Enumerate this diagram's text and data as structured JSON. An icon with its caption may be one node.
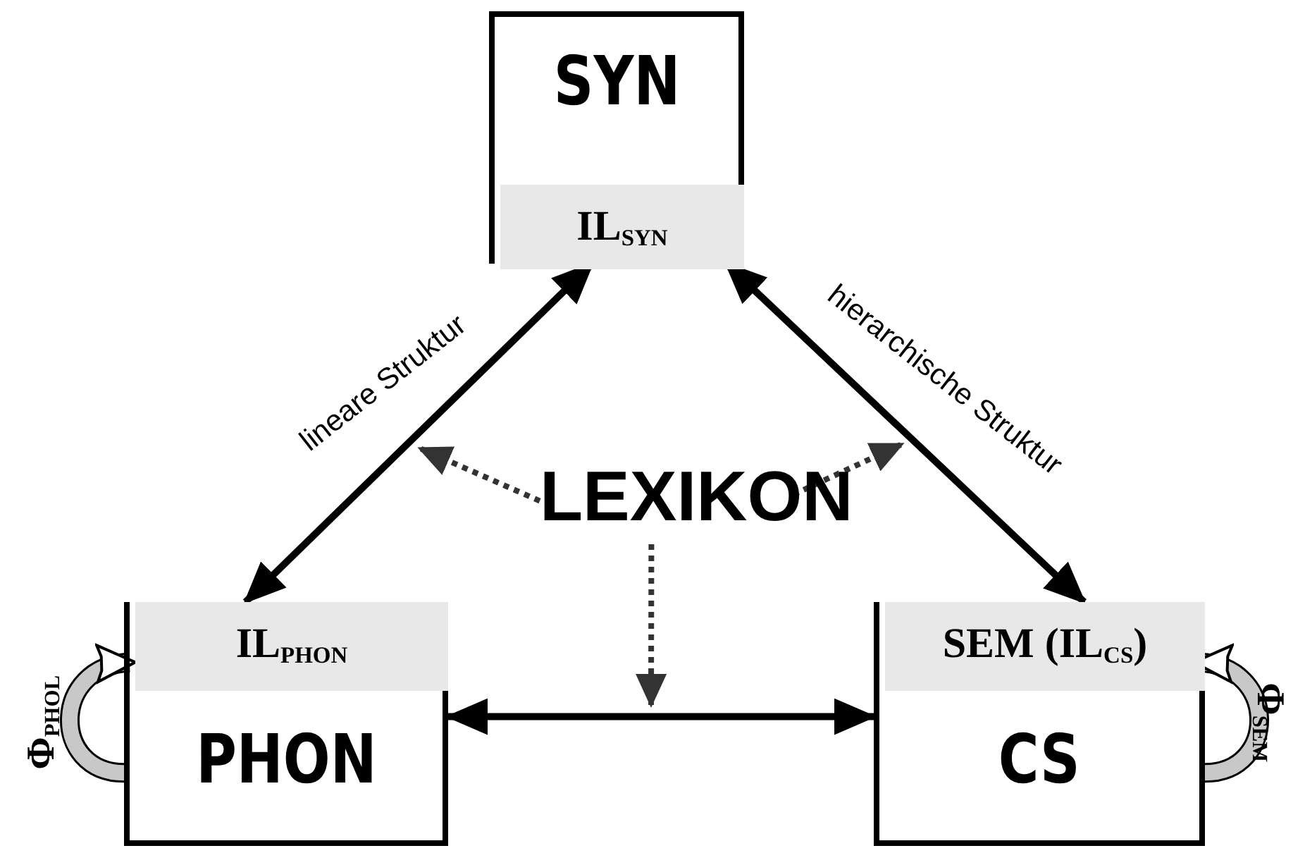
{
  "diagram": {
    "nodes": [
      {
        "text": [
          "SYN"
        ]
      },
      {
        "text": [
          "IL$_{SYN}$"
        ],
        "in": 0
      },
      {
        "text": [
          "PHON"
        ]
      },
      {
        "text": [
          "IL$_{PHON}$"
        ],
        "in": 2
      },
      {
        "text": [
          "CS"
        ]
      },
      {
        "text": [
          "SEM (IL$_{CS}$)"
        ],
        "in": 4
      },
      {
        "text": [
          "LEXIKON"
        ]
      }
    ],
    "edges": [
      {
        "from": 1,
        "to": 3,
        "arrow": "both",
        "label": "lineare Struktur"
      },
      {
        "from": 1,
        "to": 5,
        "arrow": "both",
        "label": "hierarchische Struktur"
      },
      {
        "from": 2,
        "to": 4,
        "arrow": "both"
      },
      {
        "from": 6,
        "to": null,
        "arrow": "to",
        "style": "dashed",
        "color": "#333333"
      },
      {
        "from": 6,
        "to": null,
        "arrow": "to",
        "style": "dashed",
        "color": "#333333"
      },
      {
        "from": 6,
        "to": null,
        "arrow": "to",
        "style": "dashed",
        "color": "#333333"
      },
      {
        "from": 2,
        "to": 3,
        "arrow": "to",
        "label": "Φ$_{PHOL}$",
        "style": "thick",
        "color": "#c8c8c8"
      },
      {
        "from": 4,
        "to": 5,
        "arrow": "to",
        "label": "Φ$_{SEM}$",
        "style": "thick",
        "color": "#c8c8c8"
      }
    ]
  }
}
